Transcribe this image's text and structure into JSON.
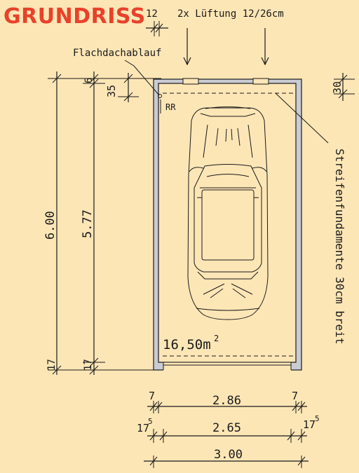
{
  "title": "GRUNDRISS",
  "labels": {
    "wall_thickness_top": "12",
    "ventilation": "2x Lüftung  12/26cm",
    "drain": "Flachdachablauf",
    "rr": "RR",
    "offset_6": "6",
    "offset_35": "35",
    "offset_30": "30",
    "foundation": "Streifenfundamente  30cm  breit",
    "area": "16,50m",
    "area_sup": "2",
    "dim_600": "6.00",
    "dim_577": "5.77",
    "dim_17": "17",
    "dim_17b": "17",
    "bottom_7_left": "7",
    "bottom_7_right": "7",
    "dim_286": "2.86",
    "dim_17_5_left": "17",
    "dim_17_5_left_sup": "5",
    "dim_265": "2.65",
    "dim_17_5_right": "17",
    "dim_17_5_right_sup": "5",
    "dim_300": "3.00"
  },
  "colors": {
    "background": "#fde6b6",
    "title": "#e8412a",
    "ink": "#1a1a1a",
    "wall": "#c9ccd2"
  }
}
